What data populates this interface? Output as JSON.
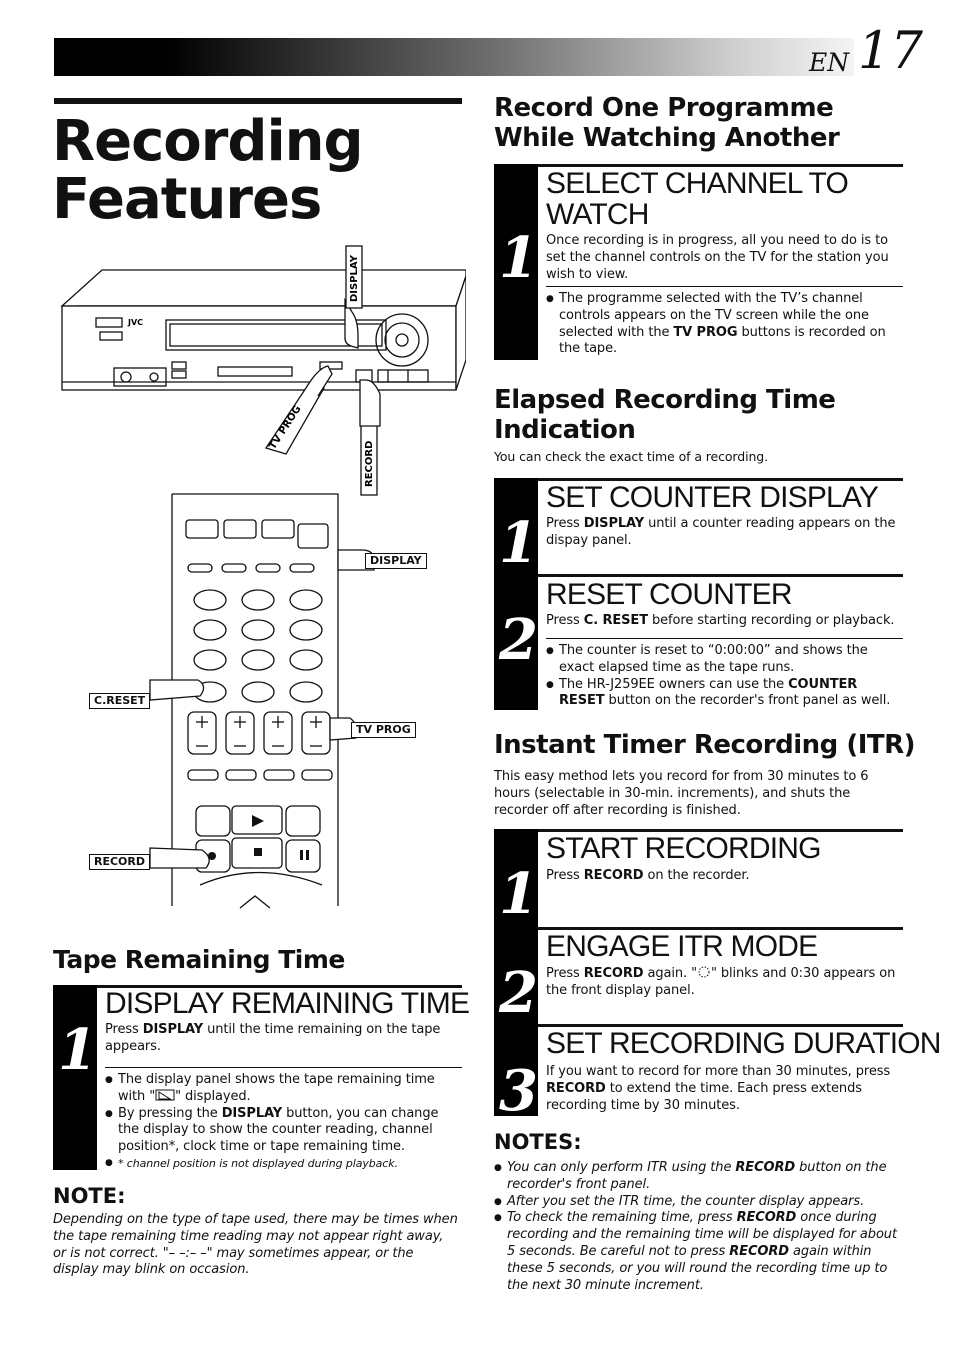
{
  "header": {
    "lang": "EN",
    "page_number": "17"
  },
  "title": {
    "line1": "Recording",
    "line2": "Features"
  },
  "illustration": {
    "vcr": {
      "brand": "JVC",
      "display_label": "DISPLAY",
      "tvprog_label": "TV PROG",
      "record_label": "RECORD"
    },
    "remote": {
      "display_label": "DISPLAY",
      "creset_label": "C.RESET",
      "tvprog_label": "TV PROG",
      "record_label": "RECORD"
    }
  },
  "tape_remaining": {
    "heading": "Tape Remaining Time",
    "step1": {
      "number": "1",
      "title": "DISPLAY REMAINING TIME",
      "body": {
        "pre": "Press ",
        "bold": "DISPLAY",
        "post": " until the time remaining on the tape appears."
      },
      "bullet1": {
        "pre": "The display panel shows the tape remaining time with \"",
        "post": "\" displayed."
      },
      "bullet2": {
        "pre": "By pressing the ",
        "bold": "DISPLAY",
        "post": " button, you can change the display to show the counter reading, channel position*, clock time or tape remaining time."
      },
      "footnote": "* channel position is not displayed during playback."
    },
    "note": {
      "heading": "NOTE:",
      "text": "Depending on the type of tape used, there may be times when the tape remaining time reading may not appear right away, or is not correct. \"– –:– –\" may sometimes appear, or the display may blink on occasion."
    }
  },
  "record_one": {
    "heading_line1": "Record One Programme",
    "heading_line2": "While Watching Another",
    "step1": {
      "number": "1",
      "title_line1": "SELECT CHANNEL TO",
      "title_line2": "WATCH",
      "body": "Once recording is in progress, all you need to do is to set the channel controls on the TV for the station you wish to view.",
      "bullet1": {
        "pre": "The programme selected with the TV’s channel controls appears on the TV screen while the one selected with the ",
        "bold": "TV PROG",
        "post": " buttons is recorded on the tape."
      }
    }
  },
  "elapsed": {
    "heading_line1": "Elapsed Recording Time",
    "heading_line2": "Indication",
    "intro": "You can check the exact time of a recording.",
    "step1": {
      "number": "1",
      "title": "SET COUNTER DISPLAY",
      "body": {
        "pre": "Press ",
        "bold": "DISPLAY",
        "post": " until a counter reading appears on the dispay panel."
      }
    },
    "step2": {
      "number": "2",
      "title": "RESET COUNTER",
      "body": {
        "pre": "Press ",
        "bold": "C. RESET",
        "post": " before starting recording or playback."
      },
      "bullet1": "The counter is reset to “0:00:00” and shows the exact elapsed time as the tape runs.",
      "bullet2": {
        "pre": "The HR-J259EE owners can use the ",
        "bold": "COUNTER RESET",
        "post": " button on the recorder's front panel as well."
      }
    }
  },
  "itr": {
    "heading": "Instant Timer Recording (ITR)",
    "intro": "This easy method lets you record for from 30 minutes to 6 hours (selectable in 30-min. increments), and shuts the recorder off after recording is finished.",
    "step1": {
      "number": "1",
      "title": "START RECORDING",
      "body": {
        "pre": "Press ",
        "bold": "RECORD",
        "post": " on the recorder."
      }
    },
    "step2": {
      "number": "2",
      "title": "ENGAGE ITR MODE",
      "body": {
        "pre": "Press ",
        "bold": "RECORD",
        "mid": " again. \"",
        "post": "\" blinks and 0:30 appears on the front display panel."
      }
    },
    "step3": {
      "number": "3",
      "title": "SET RECORDING DURATION",
      "body": {
        "pre": "If you want to record for more than 30 minutes, press ",
        "bold": "RECORD",
        "post": " to extend the time. Each press extends recording time by 30 minutes."
      }
    },
    "notes": {
      "heading": "NOTES:",
      "n1": {
        "pre": "You can only perform ITR using the ",
        "bold": "RECORD",
        "post": " button on the recorder's front panel."
      },
      "n2": "After you set the ITR time, the counter display appears.",
      "n3": {
        "pre": "To check the remaining time, press ",
        "bold": "RECORD",
        "mid": " once during recording and the remaining time will be displayed for about 5 seconds. Be careful not to press ",
        "bold2": "RECORD",
        "post": " again within these 5 seconds, or you will round the recording time up to the next 30 minute increment."
      }
    }
  }
}
